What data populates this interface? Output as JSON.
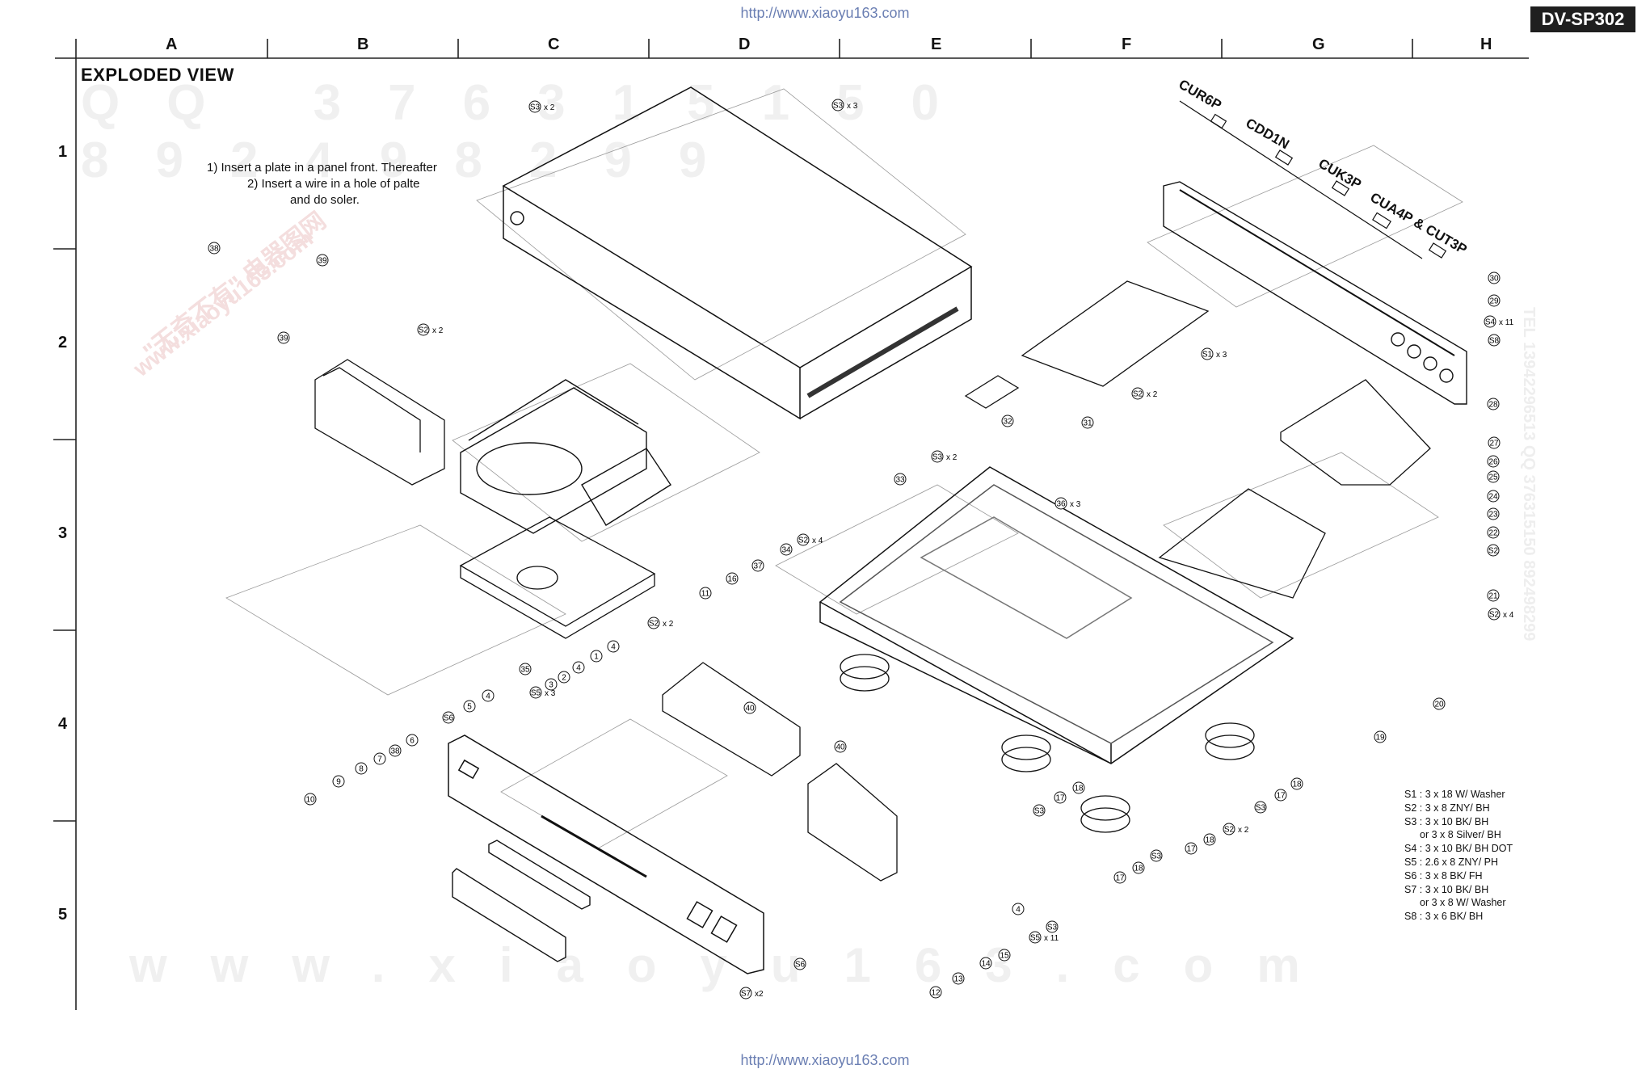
{
  "header": {
    "url": "http://www.xiaoyu163.com",
    "model": "DV-SP302"
  },
  "footer": {
    "url": "http://www.xiaoyu163.com"
  },
  "grid": {
    "columns": [
      "A",
      "B",
      "C",
      "D",
      "E",
      "F",
      "G",
      "H"
    ],
    "rows": [
      "1",
      "2",
      "3",
      "4",
      "5"
    ]
  },
  "title": "EXPLODED VIEW",
  "notes": {
    "line1": "1) Insert a plate in a panel front. Thereafter",
    "line2": "2) Insert a wire in a hole of palte",
    "line3": "and do soler."
  },
  "connectors": {
    "cur6p": "CUR6P",
    "cdd1n": "CDD1N",
    "cuk3p": "CUK3P",
    "cua4p": "CUA4P & CUT3P"
  },
  "watermark": {
    "qq": "QQ 376315150 892498299",
    "www": "www.xiaoyu163.com",
    "cn": "\"无奇不有\" 电器图网",
    "site": "www.xiaoyu163.com",
    "tel": "TEL 13942296513 QQ 376315150 892498299"
  },
  "callouts": [
    {
      "label": "S3",
      "qty": "x 2"
    },
    {
      "label": "S3",
      "qty": "x 3"
    },
    {
      "label": "38",
      "qty": ""
    },
    {
      "label": "39",
      "qty": ""
    },
    {
      "label": "S2",
      "qty": "x 2"
    },
    {
      "label": "39",
      "qty": ""
    },
    {
      "label": "30",
      "qty": ""
    },
    {
      "label": "29",
      "qty": ""
    },
    {
      "label": "S4",
      "qty": "x 11"
    },
    {
      "label": "S8",
      "qty": ""
    },
    {
      "label": "S1",
      "qty": "x 3"
    },
    {
      "label": "S2",
      "qty": "x 2"
    },
    {
      "label": "32",
      "qty": ""
    },
    {
      "label": "31",
      "qty": ""
    },
    {
      "label": "28",
      "qty": ""
    },
    {
      "label": "27",
      "qty": ""
    },
    {
      "label": "26",
      "qty": ""
    },
    {
      "label": "25",
      "qty": ""
    },
    {
      "label": "24",
      "qty": ""
    },
    {
      "label": "23",
      "qty": ""
    },
    {
      "label": "22",
      "qty": ""
    },
    {
      "label": "S2",
      "qty": ""
    },
    {
      "label": "S3",
      "qty": "x 2"
    },
    {
      "label": "33",
      "qty": ""
    },
    {
      "label": "36",
      "qty": "x 3"
    },
    {
      "label": "34",
      "qty": ""
    },
    {
      "label": "S2",
      "qty": "x 4"
    },
    {
      "label": "37",
      "qty": ""
    },
    {
      "label": "16",
      "qty": ""
    },
    {
      "label": "11",
      "qty": ""
    },
    {
      "label": "S2",
      "qty": "x 2"
    },
    {
      "label": "21",
      "qty": ""
    },
    {
      "label": "S2",
      "qty": "x 4"
    },
    {
      "label": "35",
      "qty": ""
    },
    {
      "label": "20",
      "qty": ""
    },
    {
      "label": "19",
      "qty": ""
    },
    {
      "label": "4",
      "qty": ""
    },
    {
      "label": "1",
      "qty": ""
    },
    {
      "label": "4",
      "qty": ""
    },
    {
      "label": "2",
      "qty": ""
    },
    {
      "label": "3",
      "qty": ""
    },
    {
      "label": "S5",
      "qty": "x 3"
    },
    {
      "label": "4",
      "qty": ""
    },
    {
      "label": "5",
      "qty": ""
    },
    {
      "label": "S6",
      "qty": ""
    },
    {
      "label": "40",
      "qty": ""
    },
    {
      "label": "40",
      "qty": ""
    },
    {
      "label": "6",
      "qty": ""
    },
    {
      "label": "38",
      "qty": ""
    },
    {
      "label": "7",
      "qty": ""
    },
    {
      "label": "8",
      "qty": ""
    },
    {
      "label": "9",
      "qty": ""
    },
    {
      "label": "10",
      "qty": ""
    },
    {
      "label": "18",
      "qty": ""
    },
    {
      "label": "17",
      "qty": ""
    },
    {
      "label": "S3",
      "qty": ""
    },
    {
      "label": "18",
      "qty": ""
    },
    {
      "label": "17",
      "qty": ""
    },
    {
      "label": "S3",
      "qty": ""
    },
    {
      "label": "S2",
      "qty": "x 2"
    },
    {
      "label": "18",
      "qty": ""
    },
    {
      "label": "17",
      "qty": ""
    },
    {
      "label": "S3",
      "qty": ""
    },
    {
      "label": "18",
      "qty": ""
    },
    {
      "label": "17",
      "qty": ""
    },
    {
      "label": "S3",
      "qty": ""
    },
    {
      "label": "4",
      "qty": ""
    },
    {
      "label": "S5",
      "qty": "x 11"
    },
    {
      "label": "15",
      "qty": ""
    },
    {
      "label": "14",
      "qty": ""
    },
    {
      "label": "13",
      "qty": ""
    },
    {
      "label": "12",
      "qty": ""
    },
    {
      "label": "S6",
      "qty": ""
    },
    {
      "label": "S7",
      "qty": "x2"
    }
  ],
  "legend": [
    {
      "text": "S1 : 3 x 18 W/ Washer",
      "indent": false
    },
    {
      "text": "S2 : 3 x 8 ZNY/ BH",
      "indent": false
    },
    {
      "text": "S3 : 3 x 10 BK/ BH",
      "indent": false
    },
    {
      "text": "or 3 x 8 Silver/ BH",
      "indent": true
    },
    {
      "text": "S4 : 3 x 10 BK/ BH DOT",
      "indent": false
    },
    {
      "text": "S5 : 2.6 x 8 ZNY/ PH",
      "indent": false
    },
    {
      "text": "S6 : 3 x 8 BK/ FH",
      "indent": false
    },
    {
      "text": "S7 : 3 x 10 BK/ BH",
      "indent": false
    },
    {
      "text": "or 3 x 8 W/ Washer",
      "indent": true
    },
    {
      "text": "S8 : 3 x 6 BK/ BH",
      "indent": false
    }
  ]
}
